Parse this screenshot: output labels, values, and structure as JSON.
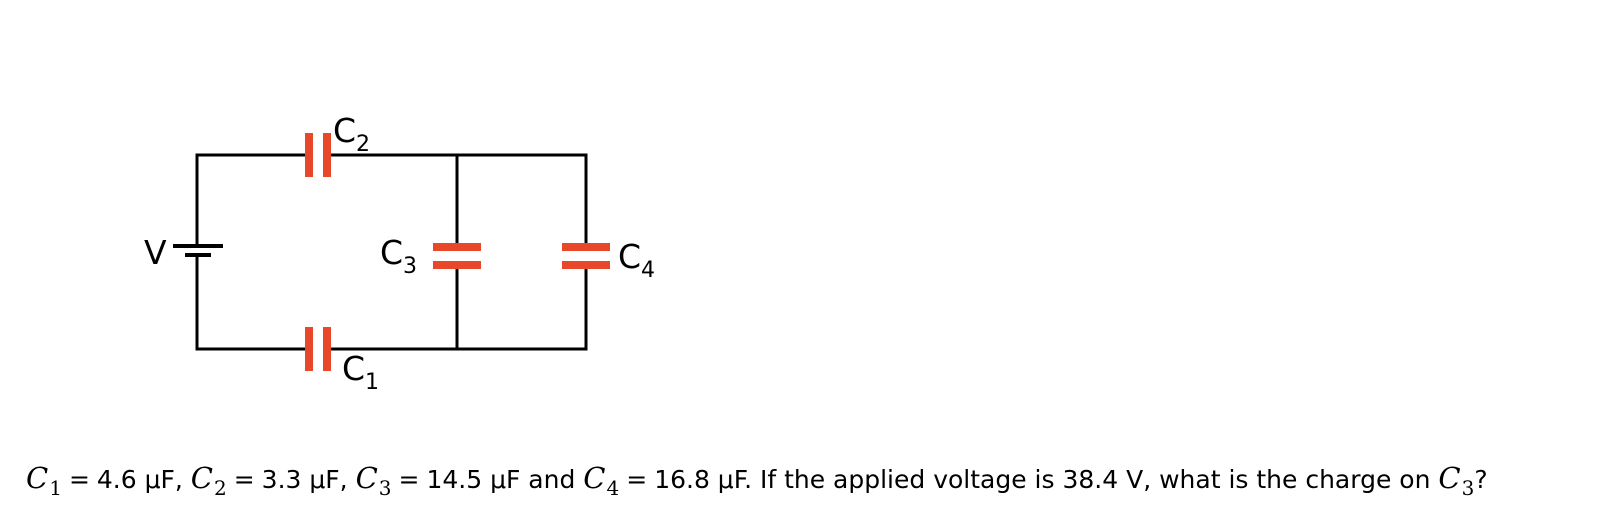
{
  "circuit": {
    "labels": {
      "V": "V",
      "C1": {
        "letter": "C",
        "sub": "1"
      },
      "C2": {
        "letter": "C",
        "sub": "2"
      },
      "C3": {
        "letter": "C",
        "sub": "3"
      },
      "C4": {
        "letter": "C",
        "sub": "4"
      }
    },
    "colors": {
      "wire": "#000000",
      "capacitor": "#e8472a",
      "battery": "#000000"
    }
  },
  "question": {
    "c1": {
      "sym": "C",
      "sub": "1",
      "value": "4.6 μF,"
    },
    "c2": {
      "sym": "C",
      "sub": "2",
      "value": "3.3 μF,"
    },
    "c3": {
      "sym": "C",
      "sub": "3",
      "value": "14.5 μF and"
    },
    "c4": {
      "sym": "C",
      "sub": "4",
      "value": "16.8 μF. If the applied voltage is 38.4 V, what is the charge on"
    },
    "target": {
      "sym": "C",
      "sub": "3",
      "end": "?"
    },
    "equals": "="
  }
}
